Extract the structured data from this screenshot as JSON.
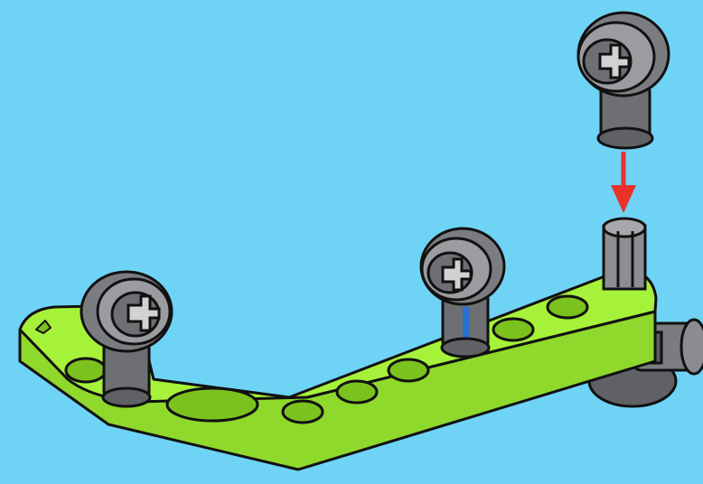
{
  "scene": {
    "background": "#6fd3f5",
    "beam_color": "#a6f23a",
    "beam_shadow": "#7cc21e",
    "connector_color": "#6d6f72",
    "connector_light": "#9a9c9f",
    "arrow_color": "#e8322a",
    "outline_color": "#111111",
    "parts": [
      "lime-bent-liftarm",
      "gray-cross-axle-connector",
      "gray-cross-axle-connector",
      "gray-cross-axle-connector",
      "gray-cross-axle-connector",
      "gray-axle-stub"
    ],
    "action": "attach-connector-downward"
  }
}
